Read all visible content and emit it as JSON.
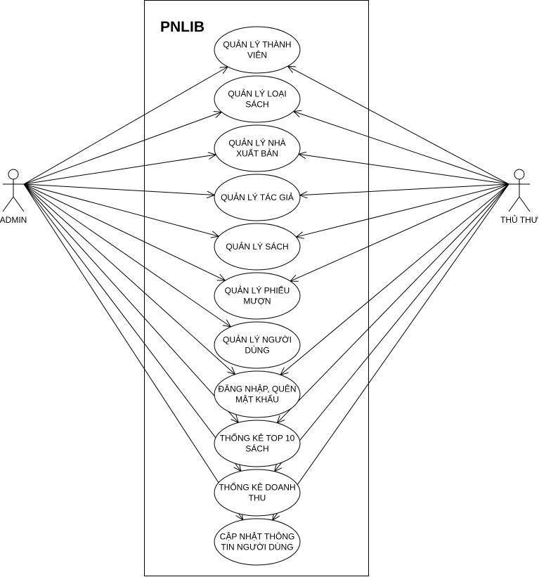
{
  "system": {
    "title": "PNLIB"
  },
  "actors": {
    "admin": {
      "label": "ADMIN"
    },
    "librarian": {
      "label": "THỦ THƯ"
    }
  },
  "use_cases": [
    {
      "id": "uc-quan-ly-thanh-vien",
      "lines": [
        "QUẢN LÝ THÀNH",
        "VIÊN"
      ],
      "admin": true,
      "librarian": true
    },
    {
      "id": "uc-quan-ly-loai-sach",
      "lines": [
        "QUẢN LÝ LOẠI",
        "SÁCH"
      ],
      "admin": true,
      "librarian": true
    },
    {
      "id": "uc-quan-ly-nha-xuat-ban",
      "lines": [
        "QUẢN LÝ NHÀ",
        "XUẤT BẢN"
      ],
      "admin": true,
      "librarian": true
    },
    {
      "id": "uc-quan-ly-tac-gia",
      "lines": [
        "QUẢN LÝ TÁC GIẢ"
      ],
      "admin": true,
      "librarian": true
    },
    {
      "id": "uc-quan-ly-sach",
      "lines": [
        "QUẢN LÝ SÁCH"
      ],
      "admin": true,
      "librarian": true
    },
    {
      "id": "uc-quan-ly-phieu-muon",
      "lines": [
        "QUẢN LÝ PHIẾU",
        "MƯỢN"
      ],
      "admin": true,
      "librarian": true
    },
    {
      "id": "uc-quan-ly-nguoi-dung",
      "lines": [
        "QUẢN LÝ NGƯỜI",
        "DÙNG"
      ],
      "admin": true,
      "librarian": false
    },
    {
      "id": "uc-dang-nhap",
      "lines": [
        "ĐĂNG NHẬP, QUÊN",
        "MẬT KHẨU"
      ],
      "admin": true,
      "librarian": true
    },
    {
      "id": "uc-thong-ke-top-10",
      "lines": [
        "THỐNG KÊ TOP 10",
        "SÁCH"
      ],
      "admin": true,
      "librarian": true
    },
    {
      "id": "uc-thong-ke-doanh-thu",
      "lines": [
        "THỐNG KÊ DOANH",
        "THU"
      ],
      "admin": true,
      "librarian": true
    },
    {
      "id": "uc-cap-nhat-thong-tin",
      "lines": [
        "CẬP NHẬT THÔNG",
        "TIN NGƯỜI DÙNG"
      ],
      "admin": true,
      "librarian": true
    }
  ],
  "colors": {
    "stroke": "#000000",
    "fill": "#ffffff"
  }
}
